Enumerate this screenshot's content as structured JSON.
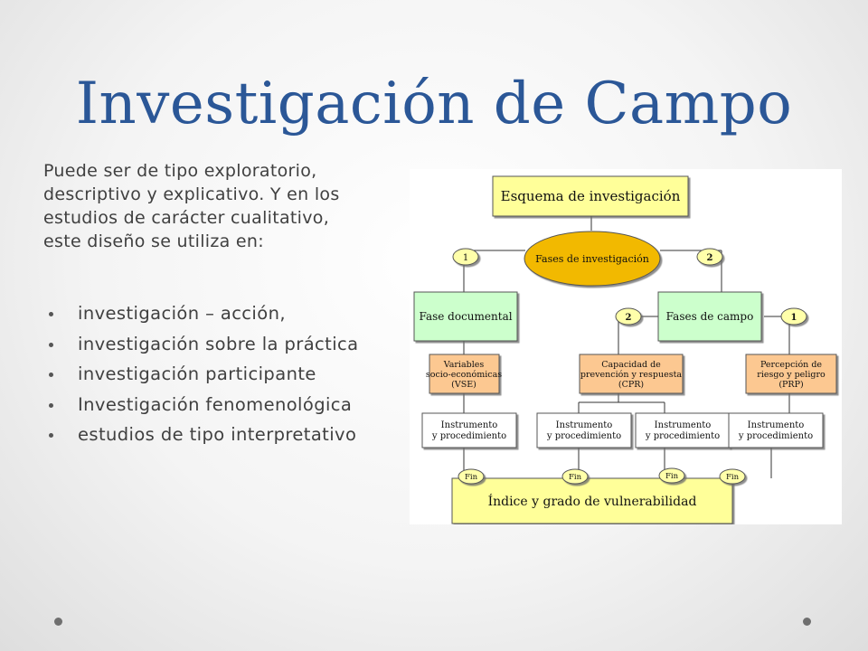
{
  "slide": {
    "title": "Investigación de Campo",
    "intro_lines": [
      "Puede ser de tipo exploratorio,",
      "descriptivo y explicativo. Y en los",
      "estudios de carácter cualitativo,",
      "este diseño se utiliza en:"
    ],
    "bullets": [
      "investigación – acción,",
      "investigación sobre la práctica",
      "investigación participante",
      "Investigación fenomenológica",
      "estudios de tipo interpretativo"
    ]
  },
  "diagram": {
    "top_box": "Esquema de investigación",
    "center_ellipse": "Fases de investigación",
    "badge_left": "1",
    "badge_right": "2",
    "fase_documental": "Fase documental",
    "fases_campo": "Fases de campo",
    "badge_campo_left": "2",
    "badge_campo_right": "1",
    "vse_lines": [
      "Variables",
      "socio-económicas",
      "(VSE)"
    ],
    "cpr_lines": [
      "Capacidad de",
      "prevención y respuesta",
      "(CPR)"
    ],
    "prp_lines": [
      "Percepción de",
      "riesgo y peligro",
      "(PRP)"
    ],
    "instrumento_lines": [
      "Instrumento",
      "y procedimiento"
    ],
    "fin_label": "Fin",
    "bottom_box": "Índice y grado de vulnerabilidad"
  },
  "colors": {
    "title": "#2b5797",
    "body_text": "#404040",
    "yellow_box": "#ffff99",
    "green_box": "#ccffcc",
    "orange_box": "#fcc891",
    "ellipse": "#f2b900",
    "badge": "#ffffaa"
  }
}
